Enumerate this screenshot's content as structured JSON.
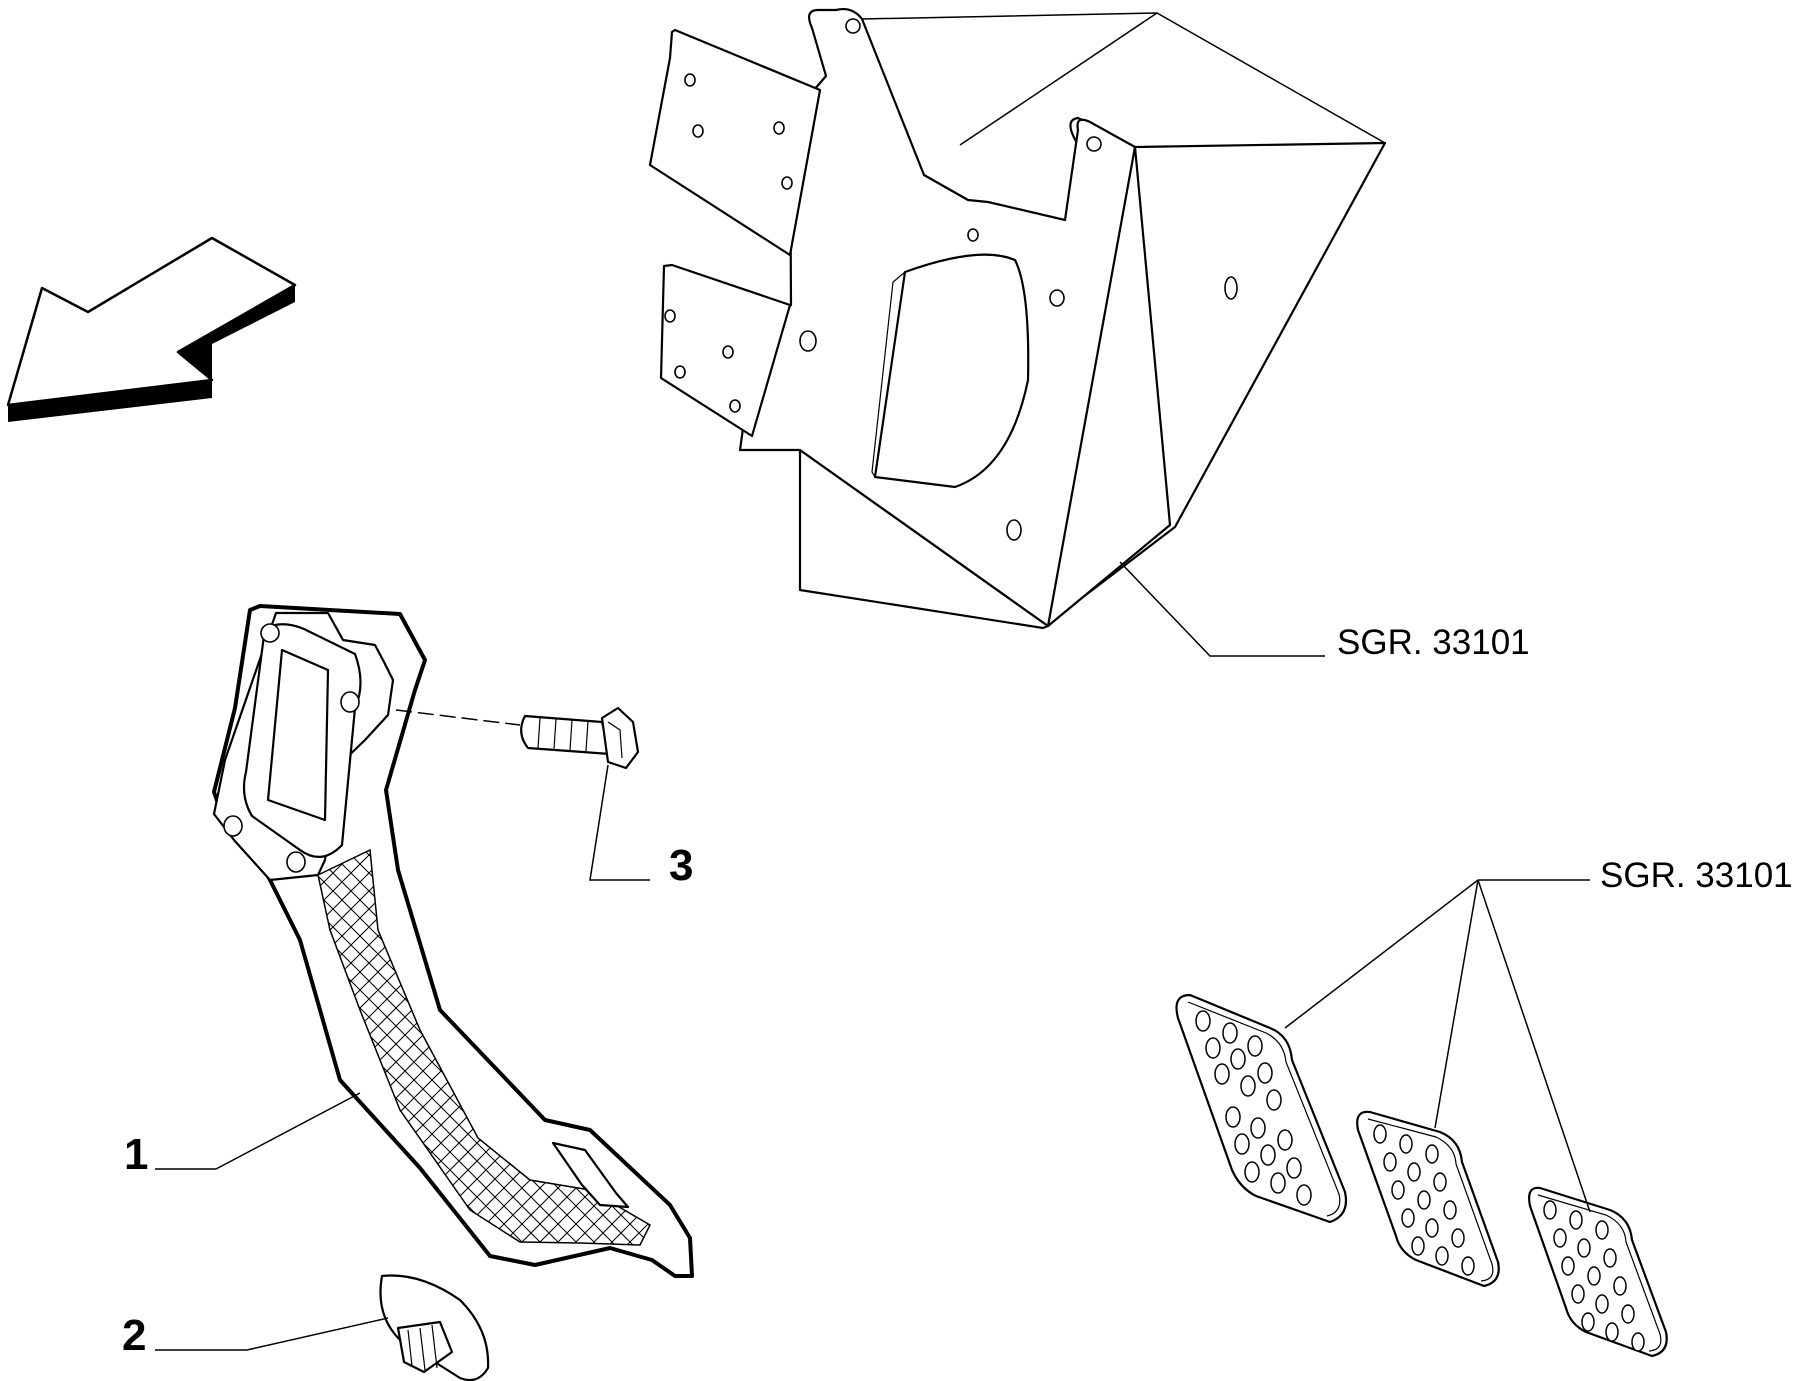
{
  "labels": {
    "part_1": "1",
    "part_2": "2",
    "part_3": "3",
    "ref_bracket": "SGR. 33101",
    "ref_pads": "SGR. 33101"
  },
  "icons": {
    "direction_arrow": "direction-arrow-icon"
  }
}
